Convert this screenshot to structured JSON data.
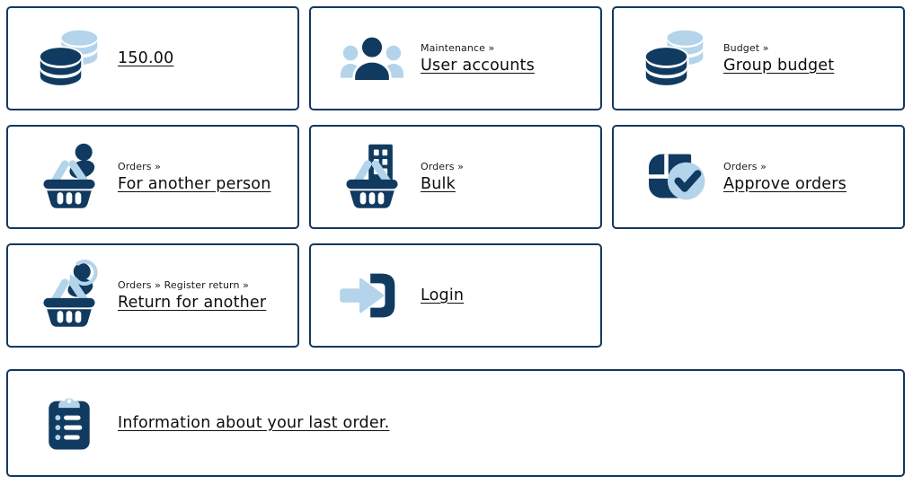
{
  "colors": {
    "navy": "#113a60",
    "light_blue": "#b3d4ea",
    "card_border": "#14375f",
    "link_text": "#0d0d0d"
  },
  "cards": [
    {
      "icon": "coins-icon",
      "breadcrumb": "",
      "link": "150.00"
    },
    {
      "icon": "users-icon",
      "breadcrumb": "Maintenance »",
      "link": "User accounts"
    },
    {
      "icon": "coins-icon",
      "breadcrumb": "Budget »",
      "link": "Group budget"
    },
    {
      "icon": "basket-person-icon",
      "breadcrumb": "Orders »",
      "link": "For another person"
    },
    {
      "icon": "basket-building-icon",
      "breadcrumb": "Orders »",
      "link": "Bulk"
    },
    {
      "icon": "approve-orders-icon",
      "breadcrumb": "Orders »",
      "link": "Approve orders"
    },
    {
      "icon": "basket-return-icon",
      "breadcrumb": "Orders » Register return »",
      "link": "Return for another"
    },
    {
      "icon": "login-icon",
      "breadcrumb": "",
      "link": "Login"
    }
  ],
  "footer": {
    "icon": "clipboard-list-icon",
    "link": "Information about your last order."
  }
}
